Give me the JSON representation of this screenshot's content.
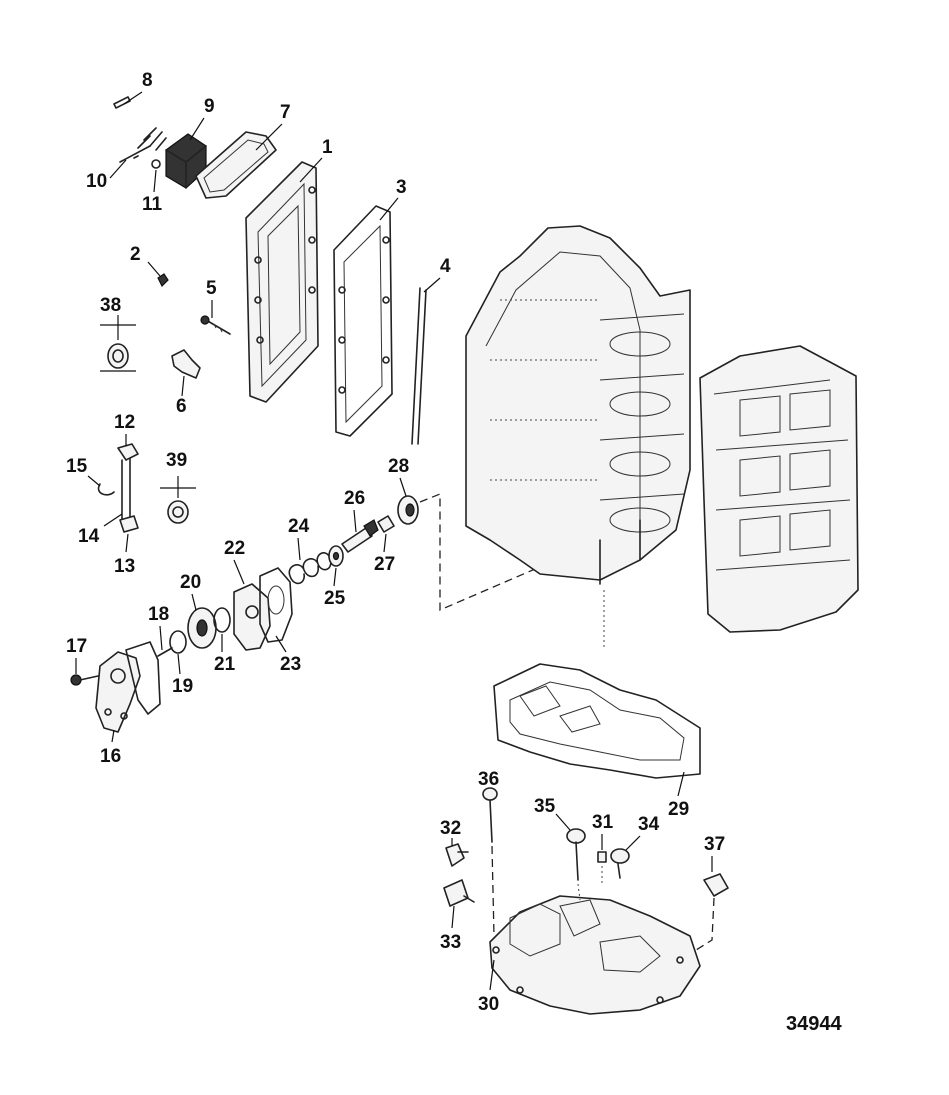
{
  "figure_number": "34944",
  "callouts": [
    "1",
    "2",
    "3",
    "4",
    "5",
    "6",
    "7",
    "8",
    "9",
    "10",
    "11",
    "12",
    "13",
    "14",
    "15",
    "16",
    "17",
    "18",
    "19",
    "20",
    "21",
    "22",
    "23",
    "24",
    "25",
    "26",
    "27",
    "28",
    "29",
    "30",
    "31",
    "32",
    "33",
    "34",
    "35",
    "36",
    "37",
    "38",
    "39"
  ]
}
